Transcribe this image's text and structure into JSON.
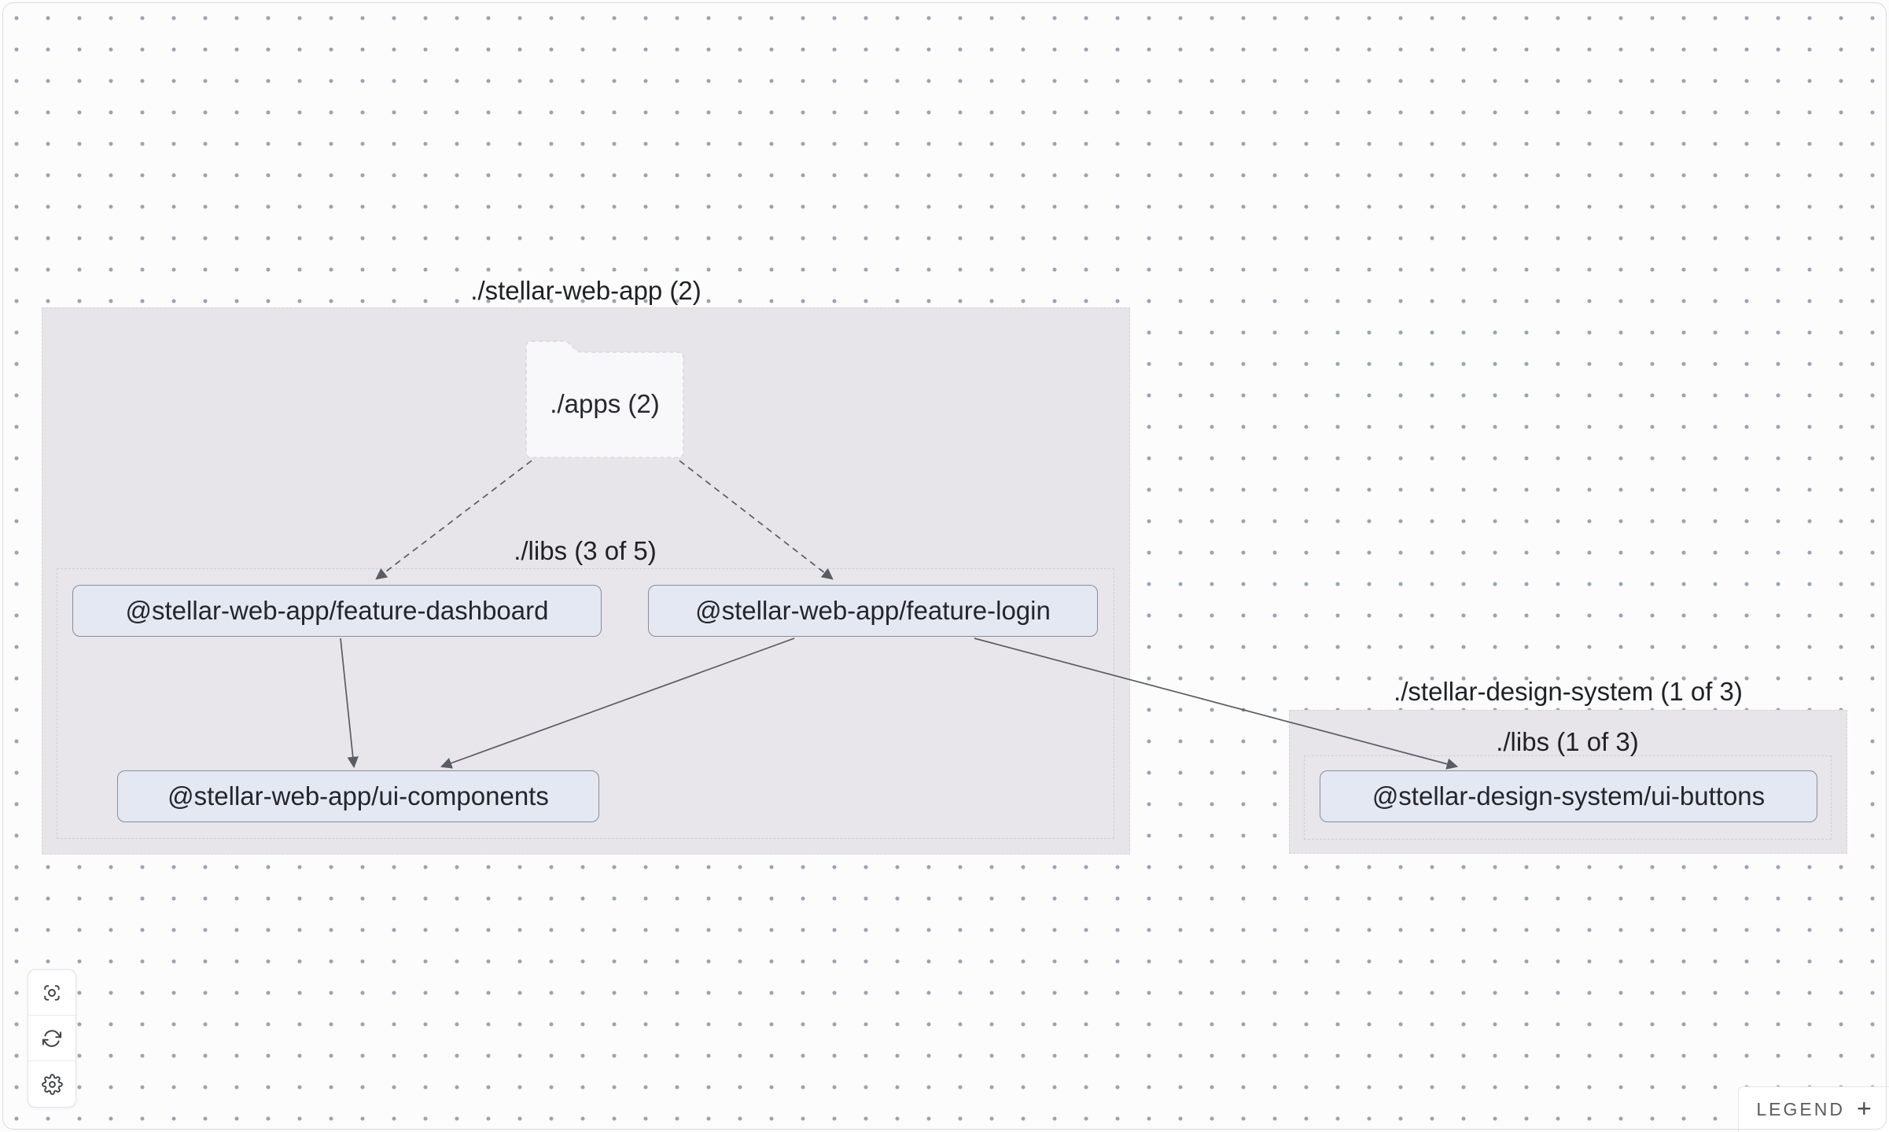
{
  "diagram": {
    "groups": {
      "stellar_web_app": {
        "label": "./stellar-web-app (2)"
      },
      "libs_web_app": {
        "label": "./libs (3 of 5)"
      },
      "stellar_design_system": {
        "label": "./stellar-design-system (1 of 3)"
      },
      "libs_design_system": {
        "label": "./libs (1 of 3)"
      }
    },
    "folders": {
      "apps": {
        "label": "./apps (2)"
      }
    },
    "nodes": {
      "feature_dashboard": {
        "label": "@stellar-web-app/feature-dashboard"
      },
      "feature_login": {
        "label": "@stellar-web-app/feature-login"
      },
      "ui_components": {
        "label": "@stellar-web-app/ui-components"
      },
      "ui_buttons": {
        "label": "@stellar-design-system/ui-buttons"
      }
    },
    "edges": [
      {
        "source": "./apps",
        "target": "@stellar-web-app/feature-dashboard",
        "style": "dashed"
      },
      {
        "source": "./apps",
        "target": "@stellar-web-app/feature-login",
        "style": "dashed"
      },
      {
        "source": "@stellar-web-app/feature-dashboard",
        "target": "@stellar-web-app/ui-components",
        "style": "solid"
      },
      {
        "source": "@stellar-web-app/feature-login",
        "target": "@stellar-web-app/ui-components",
        "style": "solid"
      },
      {
        "source": "@stellar-web-app/feature-login",
        "target": "@stellar-design-system/ui-buttons",
        "style": "solid"
      }
    ]
  },
  "toolbar": {
    "buttons": [
      {
        "icon": "focus-icon"
      },
      {
        "icon": "refresh-icon"
      },
      {
        "icon": "settings-icon"
      }
    ]
  },
  "legend": {
    "label": "LEGEND",
    "toggle": "+",
    "toggle_icon": "plus-icon"
  },
  "colors": {
    "canvas_dot": "#98a4b3",
    "group_fill": "#e7e4ea",
    "node_fill": "#e4e8f2",
    "node_border": "#878d99",
    "edge": "#585c64",
    "text": "#1f2125"
  }
}
